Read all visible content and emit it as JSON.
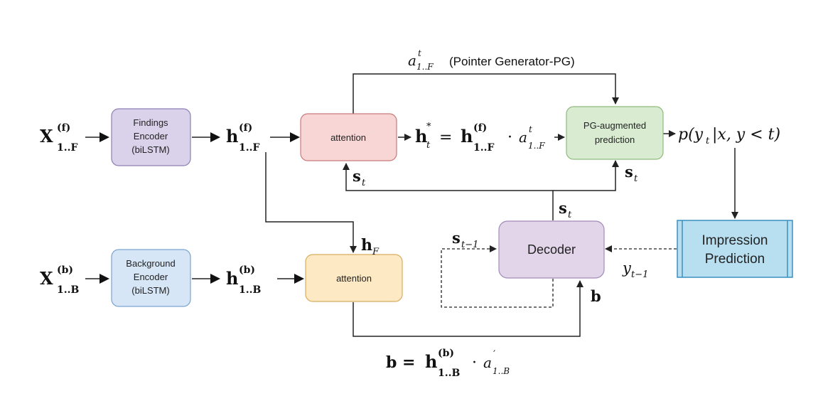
{
  "nodes": {
    "findings_encoder": [
      "Findings",
      "Encoder",
      "(biLSTM)"
    ],
    "background_encoder": [
      "Background",
      "Encoder",
      "(biLSTM)"
    ],
    "attention_top": "attention",
    "attention_bottom": "attention",
    "pg_prediction": [
      "PG-augmented",
      "prediction"
    ],
    "decoder": "Decoder",
    "impression": [
      "Impression",
      "Prediction"
    ]
  },
  "labels": {
    "pointer_generator": "(Pointer Generator-PG)",
    "x_f_base": "X",
    "x_f_sup": "(f)",
    "x_f_sub": "1..F",
    "x_b_base": "X",
    "x_b_sup": "(b)",
    "x_b_sub": "1..B",
    "h_f_base": "h",
    "h_f_sup": "(f)",
    "h_f_sub": "1..F",
    "h_b_base": "h",
    "h_b_sup": "(b)",
    "h_b_sub": "1..B",
    "hstar_eq": "= ",
    "hstar_dot": "·",
    "a_top": "a",
    "a_sup": "t",
    "a_sub": "1..F",
    "s_t": "s",
    "s_sub": "t",
    "s_prev_sub": "t−1",
    "h_F_base": "h",
    "h_F_sub": "F",
    "b_label": "b",
    "y_prev": "y",
    "y_prev_sub": "t−1",
    "output": "p(y",
    "output_sub": "t",
    "output_rest": "|x, y < t)",
    "b_eq_left": "b = ",
    "b_eq_a": "a",
    "b_eq_prime": "′",
    "b_eq_sub": "1..B"
  },
  "colors": {
    "findings": "#d9d2ea",
    "background": "#d6e6f7",
    "attention_top": "#f9d6d6",
    "attention_bottom": "#fde9c4",
    "pg": "#d9ecd2",
    "decoder": "#e2d5ea",
    "impression": "#b8dff0",
    "impression_stroke": "#3b8fbf"
  }
}
